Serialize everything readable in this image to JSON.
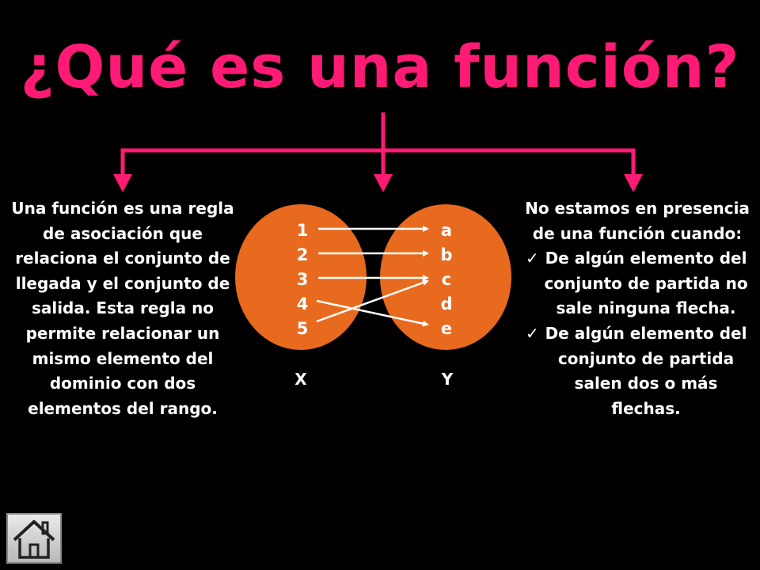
{
  "title": "¿Qué es una función?",
  "colors": {
    "accent": "#ff1a75",
    "set_fill": "#e86a1e",
    "text": "#ffffff",
    "background": "#000000"
  },
  "definition": "Una función es una regla de asociación que relaciona el conjunto de llegada y el conjunto de salida. Esta regla no permite relacionar un mismo elemento del dominio con dos elementos del rango.",
  "diagram": {
    "set_x_label": "X",
    "set_y_label": "Y",
    "x_elements": [
      "1",
      "2",
      "3",
      "4",
      "5"
    ],
    "y_elements": [
      "a",
      "b",
      "c",
      "d",
      "e"
    ],
    "mappings": [
      [
        "1",
        "a"
      ],
      [
        "2",
        "b"
      ],
      [
        "3",
        "c"
      ],
      [
        "4",
        "e"
      ],
      [
        "5",
        "c"
      ]
    ]
  },
  "conditions": {
    "heading": "No estamos en presencia de una función cuando:",
    "items": [
      "De algún elemento del conjunto de partida no sale ninguna flecha.",
      "De algún elemento del conjunto de partida salen dos o más flechas."
    ]
  },
  "icons": {
    "check": "checkmark-icon",
    "home": "home-icon"
  }
}
